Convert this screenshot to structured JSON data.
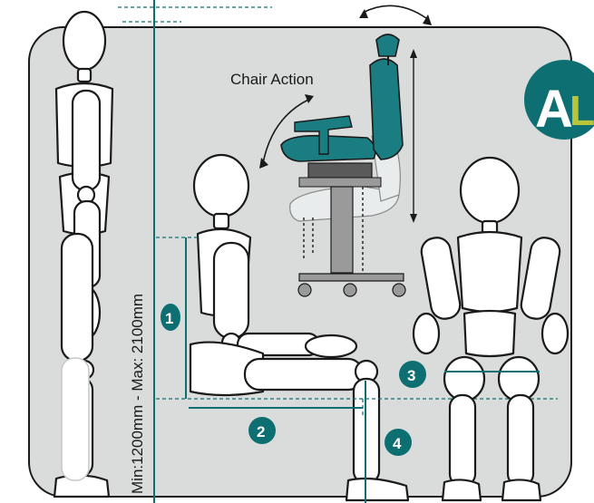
{
  "diagram": {
    "chair_action_label": "Chair Action",
    "height_range_label": "Min:1200mm - Max: 2100mm",
    "logo": {
      "letter_a": "A",
      "letter_l": "L"
    },
    "markers": [
      {
        "number": "1"
      },
      {
        "number": "2"
      },
      {
        "number": "3"
      },
      {
        "number": "4"
      }
    ],
    "colors": {
      "panel": "#d9dcdb",
      "teal": "#0e6f73",
      "seat_teal": "#1a7d82",
      "logo_green": "#b8c43a",
      "ink": "#1a1a1a"
    }
  }
}
